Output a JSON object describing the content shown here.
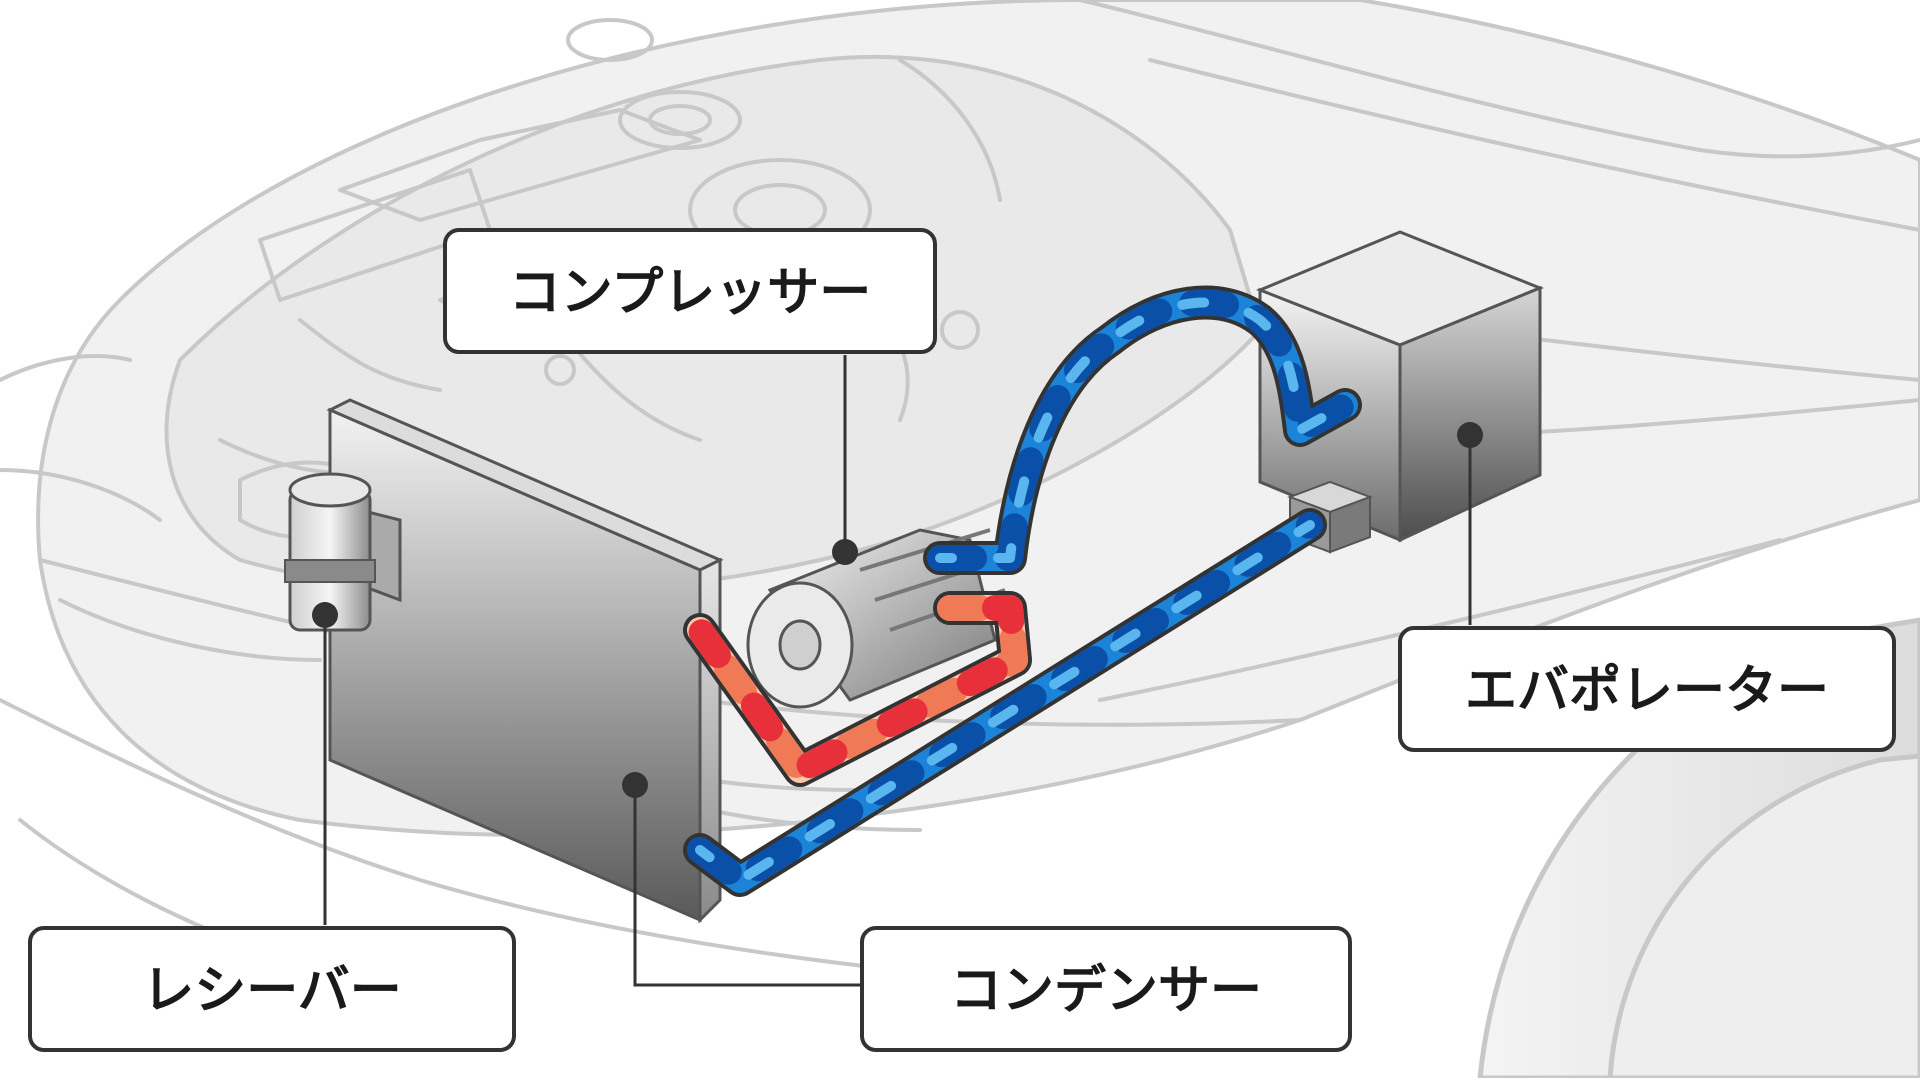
{
  "labels": {
    "compressor": "コンプレッサー",
    "evaporator": "エバポレーター",
    "receiver": "レシーバー",
    "condenser": "コンデンサー"
  },
  "colors": {
    "hot_line_1": "#e8303a",
    "hot_line_2": "#f07a55",
    "hot_line_3": "#f9c8ac",
    "cold_line_1": "#0a4fa8",
    "cold_line_2": "#1b84d8",
    "cold_line_3": "#59b6ee",
    "outline": "#333333",
    "car_line": "#c8c8c8"
  }
}
